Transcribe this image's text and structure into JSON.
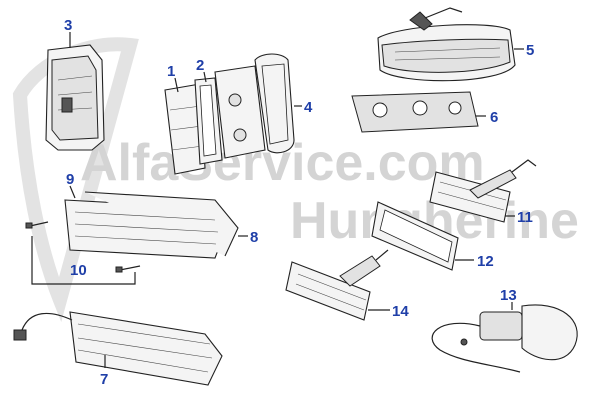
{
  "watermark": {
    "line1": "AlfaService.com",
    "line2": "Hungherine"
  },
  "colors": {
    "label": "#1f3fa8",
    "watermark": "#d4d4d4",
    "ink": "#222222"
  },
  "callouts": [
    {
      "id": "1",
      "text": "1"
    },
    {
      "id": "2",
      "text": "2"
    },
    {
      "id": "3",
      "text": "3"
    },
    {
      "id": "4",
      "text": "4"
    },
    {
      "id": "5",
      "text": "5"
    },
    {
      "id": "6",
      "text": "6"
    },
    {
      "id": "7",
      "text": "7"
    },
    {
      "id": "8",
      "text": "8"
    },
    {
      "id": "9",
      "text": "9"
    },
    {
      "id": "10",
      "text": "10"
    },
    {
      "id": "11",
      "text": "11"
    },
    {
      "id": "12",
      "text": "12"
    },
    {
      "id": "13",
      "text": "13"
    },
    {
      "id": "14",
      "text": "14"
    }
  ]
}
